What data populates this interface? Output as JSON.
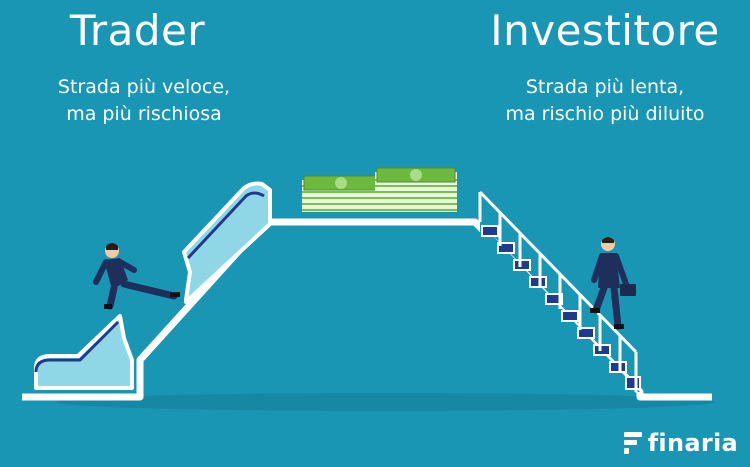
{
  "left": {
    "title": "Trader",
    "subtitle_line1": "Strada più veloce,",
    "subtitle_line2": "ma più rischiosa"
  },
  "right": {
    "title": "Investitore",
    "subtitle_line1": "Strada più lenta,",
    "subtitle_line2": "ma rischio più diluito"
  },
  "brand": {
    "name": "finaria",
    "logo_icon": "finaria-logo-icon"
  },
  "colors": {
    "background": "#1896b4",
    "platform": "#ffffff",
    "escalator": "#7fd0e0",
    "stairs": "#1f3c8c",
    "suit": "#1f2f5c",
    "money": "#7ac04a"
  }
}
